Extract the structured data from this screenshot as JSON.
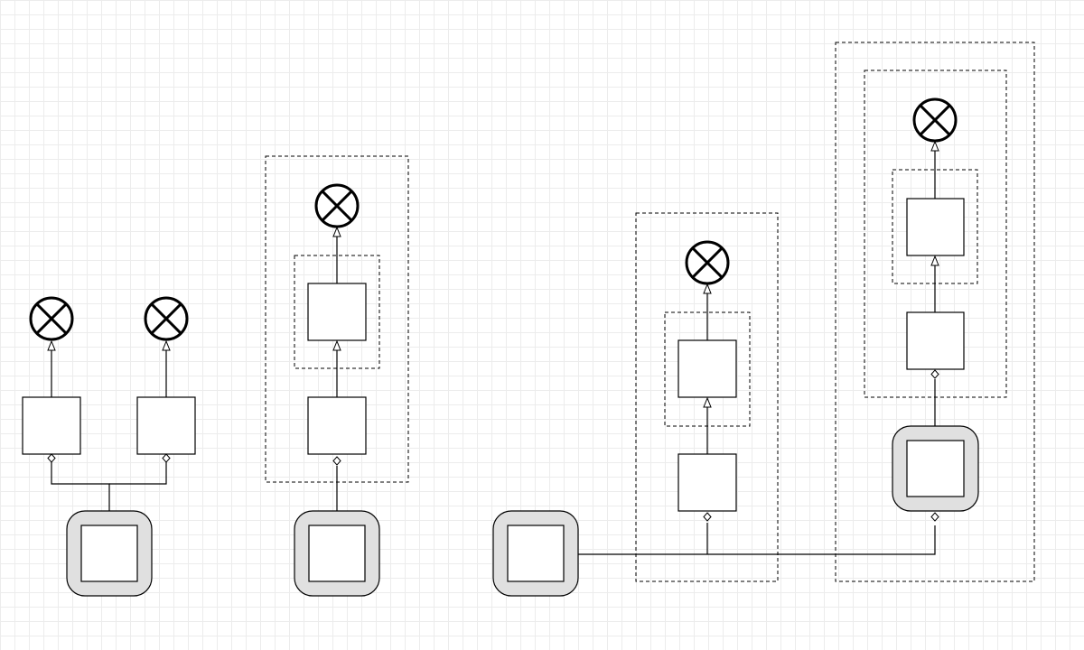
{
  "canvas": {
    "background": "#ffffff",
    "grid_color": "#ececec"
  },
  "palette": {
    "stroke": "#000000",
    "node_fill": "#ffffff",
    "source_fill": "#e0e0e0"
  },
  "icons": {
    "lamp": "output-lamp-icon",
    "arrow_head": "open-triangle-arrowhead",
    "diamond_tail": "open-diamond-connector"
  },
  "groups": [
    {
      "id": "left-tree",
      "nodes": 2,
      "outputs": 2,
      "sources": 1,
      "containers": 0
    },
    {
      "id": "single-chain",
      "nodes": 2,
      "outputs": 1,
      "sources": 1,
      "containers": 2
    },
    {
      "id": "double-chain",
      "nodes": 4,
      "outputs": 2,
      "sources": 1,
      "containers": 4
    }
  ]
}
